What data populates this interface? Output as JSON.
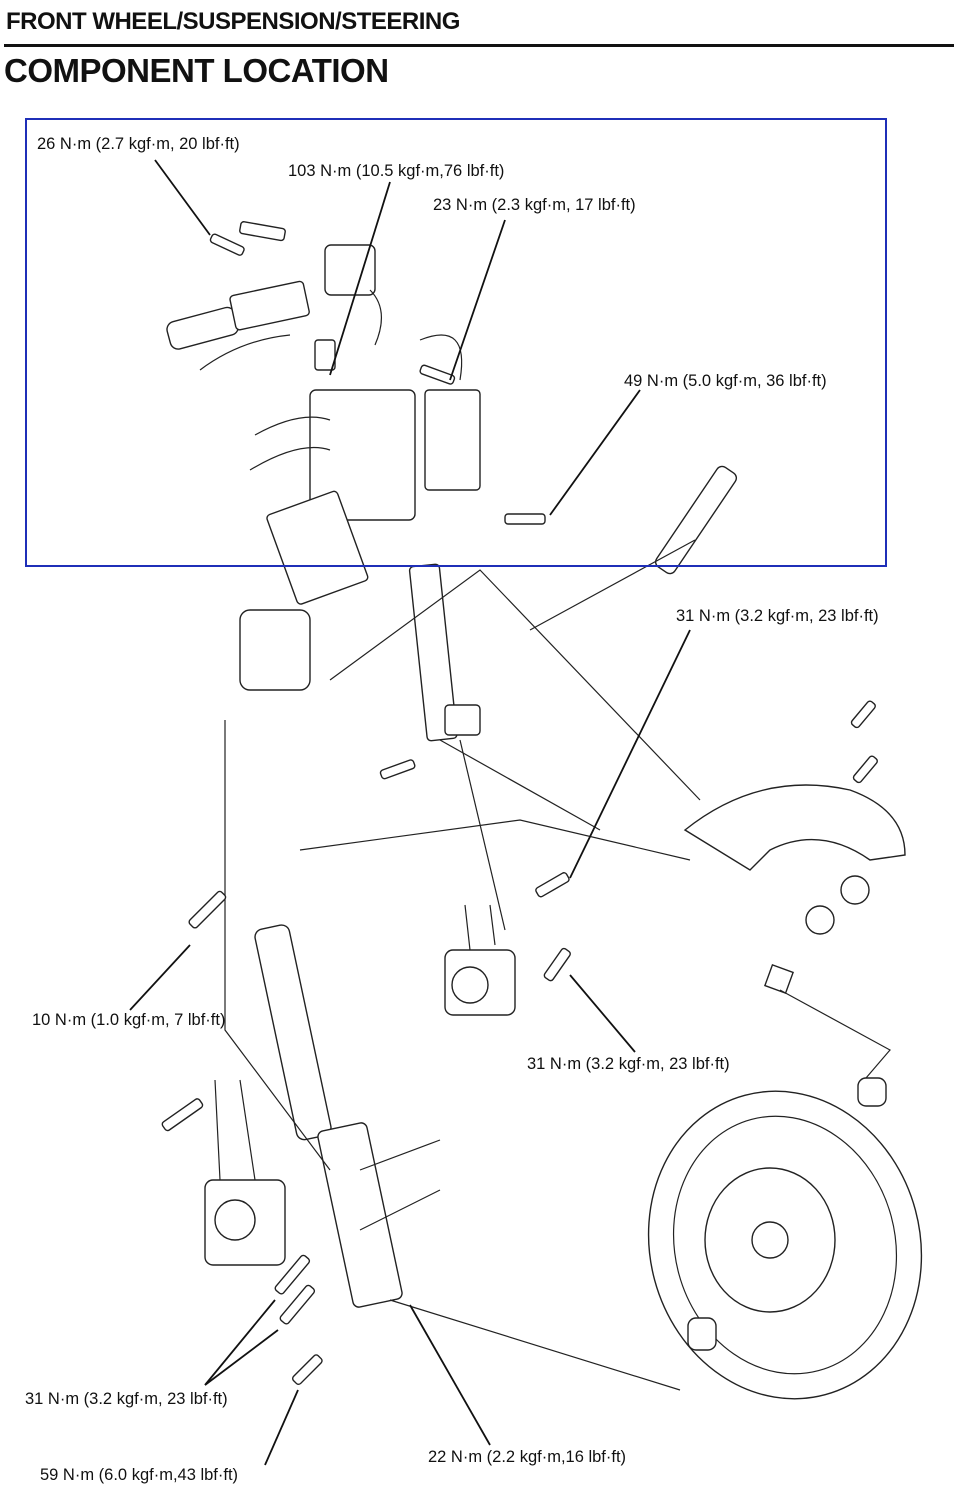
{
  "header": {
    "section_title": "FRONT WHEEL/SUSPENSION/STEERING",
    "page_title": "COMPONENT LOCATION"
  },
  "colors": {
    "highlight_box": "#1f2fb8",
    "ink": "#111111"
  },
  "torque_specs": [
    {
      "id": "t1",
      "text": "26 N·m (2.7 kgf·m, 20 lbf·ft)"
    },
    {
      "id": "t2",
      "text": "103 N·m (10.5 kgf·m,76 lbf·ft)"
    },
    {
      "id": "t3",
      "text": "23 N·m (2.3 kgf·m, 17 lbf·ft)"
    },
    {
      "id": "t4",
      "text": "49 N·m (5.0 kgf·m, 36 lbf·ft)"
    },
    {
      "id": "t5",
      "text": "31 N·m (3.2 kgf·m, 23 lbf·ft)"
    },
    {
      "id": "t6",
      "text": "10 N·m (1.0 kgf·m, 7 lbf·ft)"
    },
    {
      "id": "t7",
      "text": "31 N·m (3.2 kgf·m, 23 lbf·ft)"
    },
    {
      "id": "t8",
      "text": "31 N·m (3.2 kgf·m, 23 lbf·ft)"
    },
    {
      "id": "t9",
      "text": "59 N·m (6.0 kgf·m,43  lbf·ft)"
    },
    {
      "id": "t10",
      "text": "22 N·m (2.2 kgf·m,16  lbf·ft)"
    }
  ]
}
